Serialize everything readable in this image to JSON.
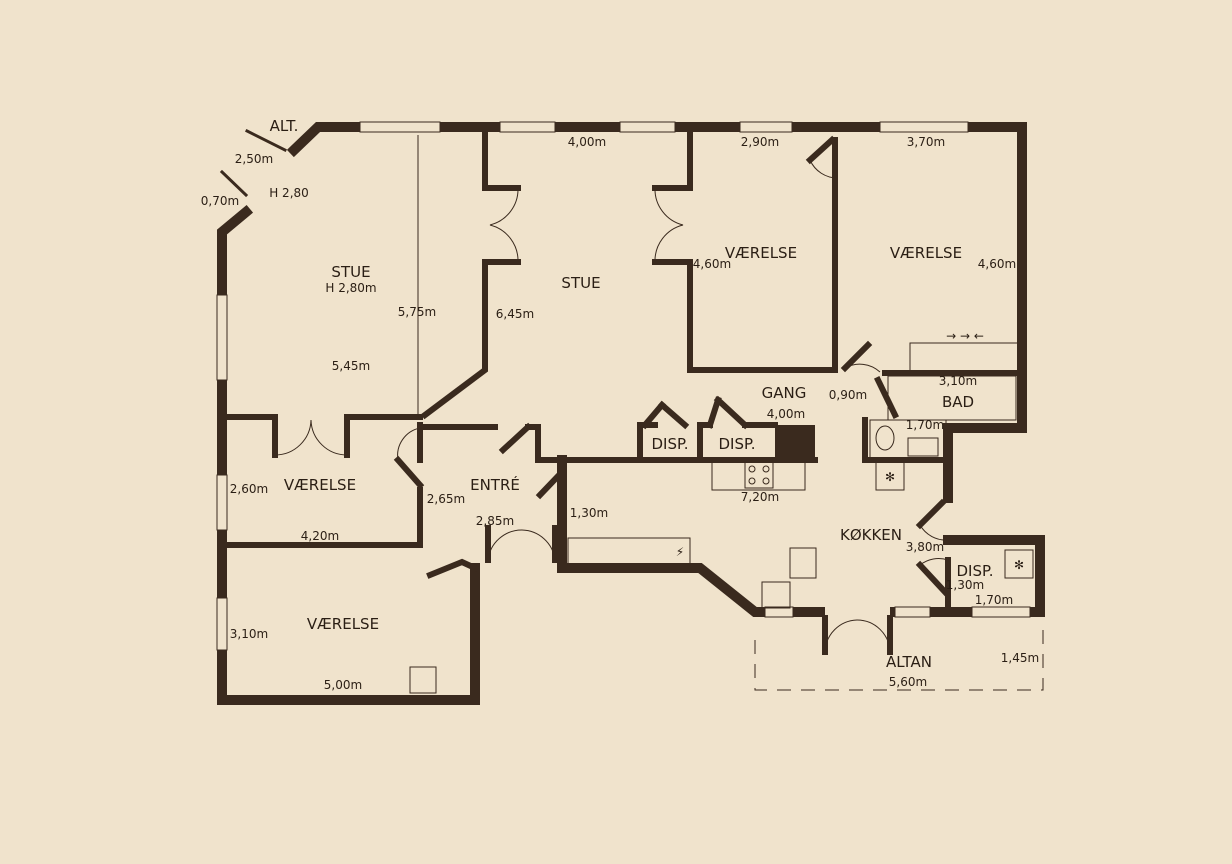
{
  "colors": {
    "background": "#f0e3cc",
    "walls": "#3a2a1e"
  },
  "rooms": {
    "stue_left": "STUE",
    "stue_left_height": "H 2,80m",
    "stue_right": "STUE",
    "vaerelse_1": "VÆRELSE",
    "vaerelse_2": "VÆRELSE",
    "vaerelse_3": "VÆRELSE",
    "vaerelse_4": "VÆRELSE",
    "entre": "ENTRÉ",
    "gang": "GANG",
    "disp_1": "DISP.",
    "disp_2": "DISP.",
    "disp_3": "DISP.",
    "bad": "BAD",
    "kokken": "KØKKEN",
    "altan": "ALTAN",
    "alt": "ALT."
  },
  "dimensions": {
    "d250": "2,50m",
    "d070": "0,70m",
    "h280": "H 2,80",
    "d575": "5,75m",
    "d545": "5,45m",
    "d645": "6,45m",
    "d400top": "4,00m",
    "d290": "2,90m",
    "d370": "3,70m",
    "d460a": "4,60m",
    "d460b": "4,60m",
    "d310bad": "3,10m",
    "d090": "0,90m",
    "d400gang": "4,00m",
    "d170bad": "1,70m",
    "d720": "7,20m",
    "d260": "2,60m",
    "d420": "4,20m",
    "d265": "2,65m",
    "d285": "2,85m",
    "d130a": "1,30m",
    "d310": "3,10m",
    "d500": "5,00m",
    "d380": "3,80m",
    "d130b": "1,30m",
    "d170disp": "1,70m",
    "d145": "1,45m",
    "d560": "5,60m"
  }
}
